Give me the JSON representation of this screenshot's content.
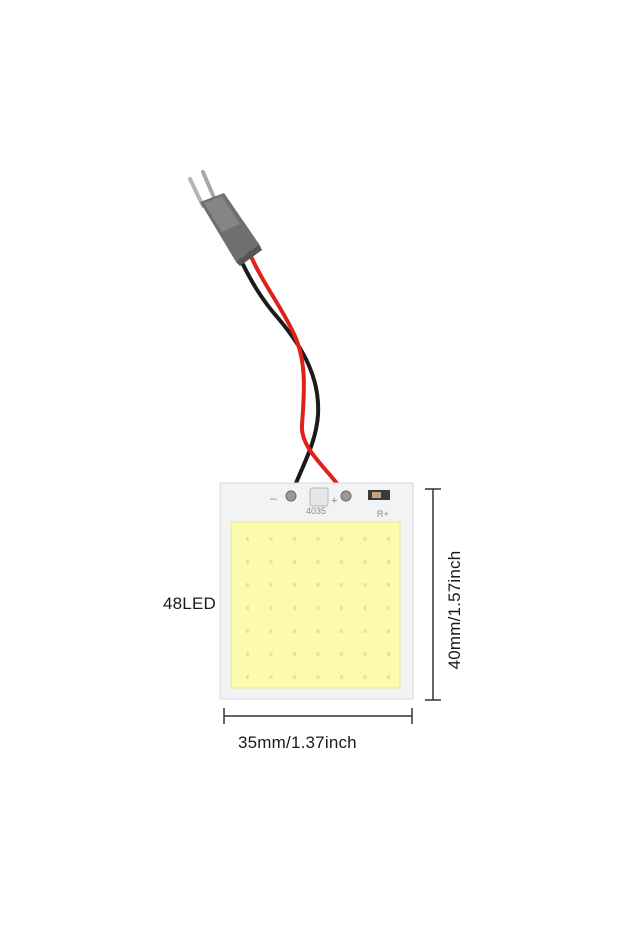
{
  "product": {
    "led_count_label": "48LED",
    "width_label": "35mm/1.37inch",
    "height_label": "40mm/1.57inch",
    "board_code": "4035",
    "minus_marking": "–",
    "plus_marking": "+",
    "r_plus_marking": "R+"
  },
  "colors": {
    "background": "#ffffff",
    "led_panel": "#fbfbab",
    "pcb": "#f2f3f5",
    "wire_red": "#e0201a",
    "wire_black": "#1b1b1b",
    "connector": "#6f6f6f",
    "dimension_lines": "#333333"
  },
  "led_grid": {
    "rows": 7,
    "cols": 7
  }
}
